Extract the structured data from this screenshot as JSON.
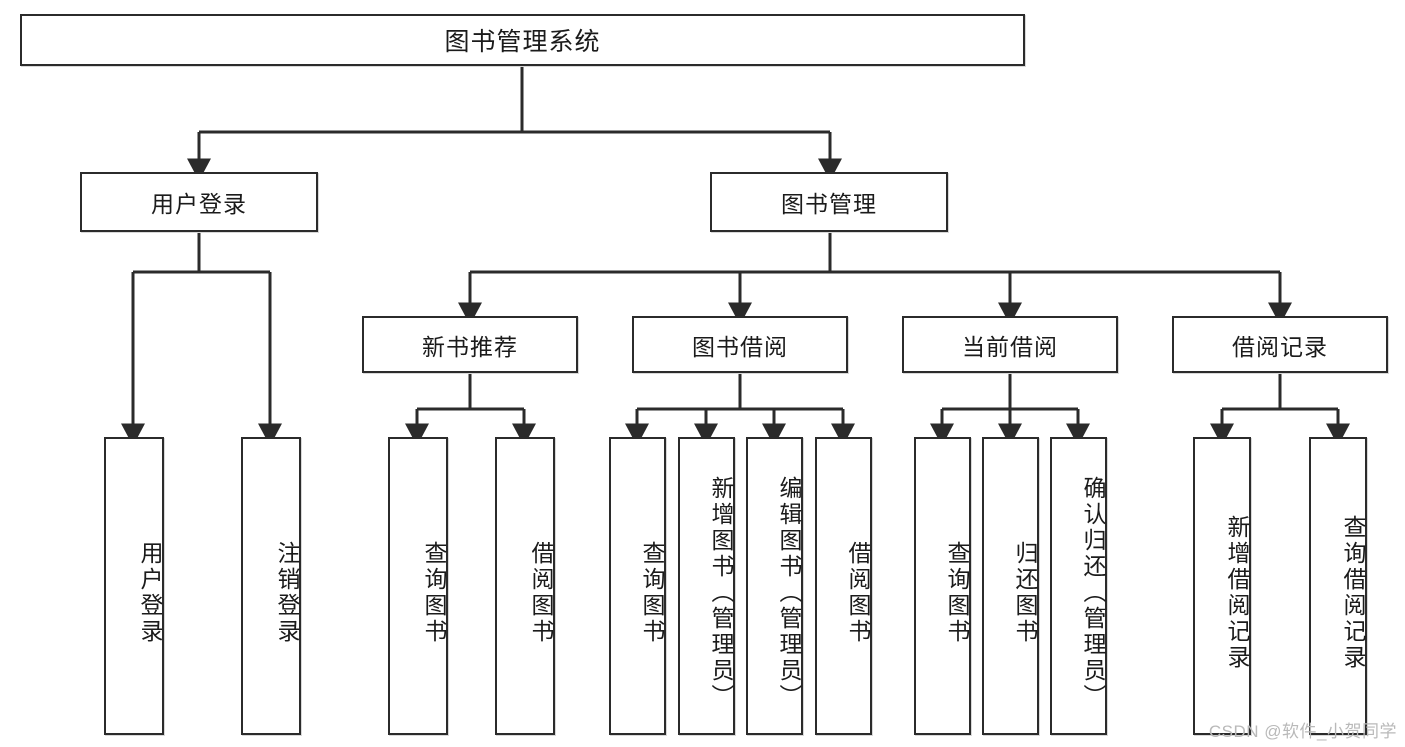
{
  "diagram": {
    "type": "tree-hierarchy",
    "title": "图书管理系统",
    "root": {
      "label": "图书管理系统"
    },
    "level2": [
      {
        "label": "用户登录"
      },
      {
        "label": "图书管理"
      }
    ],
    "level3": [
      {
        "label": "新书推荐"
      },
      {
        "label": "图书借阅"
      },
      {
        "label": "当前借阅"
      },
      {
        "label": "借阅记录"
      }
    ],
    "leaves": [
      {
        "label": "用户登录",
        "parent": "用户登录"
      },
      {
        "label": "注销登录",
        "parent": "用户登录"
      },
      {
        "label": "查询图书",
        "parent": "新书推荐"
      },
      {
        "label": "借阅图书",
        "parent": "新书推荐"
      },
      {
        "label": "查询图书",
        "parent": "图书借阅"
      },
      {
        "label": "新增图书（管理员）",
        "parent": "图书借阅"
      },
      {
        "label": "编辑图书（管理员）",
        "parent": "图书借阅"
      },
      {
        "label": "借阅图书",
        "parent": "图书借阅"
      },
      {
        "label": "查询图书",
        "parent": "当前借阅"
      },
      {
        "label": "归还图书",
        "parent": "当前借阅"
      },
      {
        "label": "确认归还（管理员）",
        "parent": "当前借阅"
      },
      {
        "label": "新增借阅记录",
        "parent": "借阅记录"
      },
      {
        "label": "查询借阅记录",
        "parent": "借阅记录"
      }
    ]
  },
  "watermark": {
    "text": "CSDN @软件_小贺同学"
  },
  "colors": {
    "stroke": "#2b2b2b",
    "fill": "#ffffff",
    "text": "#1b1b1b",
    "watermark": "#b9b9b9"
  }
}
